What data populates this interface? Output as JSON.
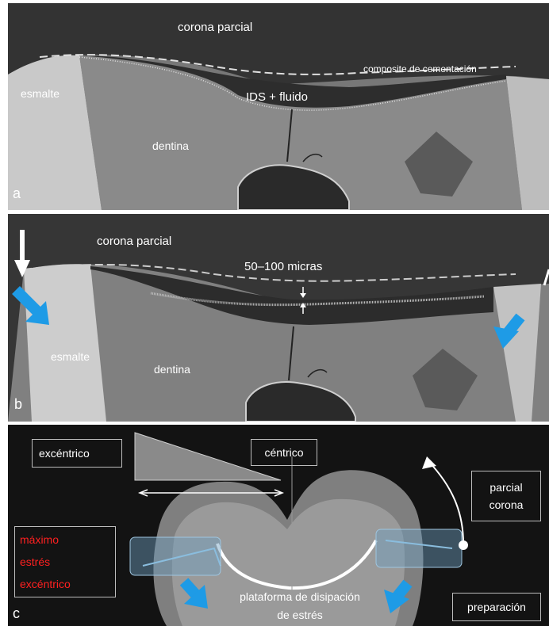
{
  "panel_a": {
    "letter": "a",
    "crown_label": "corona parcial",
    "cement_label": "composite de cementación",
    "enamel_label": "esmalte",
    "ids_label": "IDS + fluido",
    "dentin_label": "dentina"
  },
  "panel_b": {
    "letter": "b",
    "crown_label": "corona parcial",
    "thickness_label": "50–100 micras",
    "enamel_label": "esmalte",
    "dentin_label": "dentina"
  },
  "panel_c": {
    "letter": "c",
    "eccentric_box": "excéntrico",
    "centric_box": "céntrico",
    "crown_box_line1": "parcial",
    "crown_box_line2": "corona",
    "max_stress_line1": "máximo",
    "max_stress_line2": "estrés",
    "max_stress_line3": "excéntrico",
    "platform_line1": "plataforma de disipación",
    "platform_line2": "de estrés",
    "preparation_box": "preparación",
    "accent_color": "#1e9be6",
    "stress_text_color": "#ff2020"
  }
}
